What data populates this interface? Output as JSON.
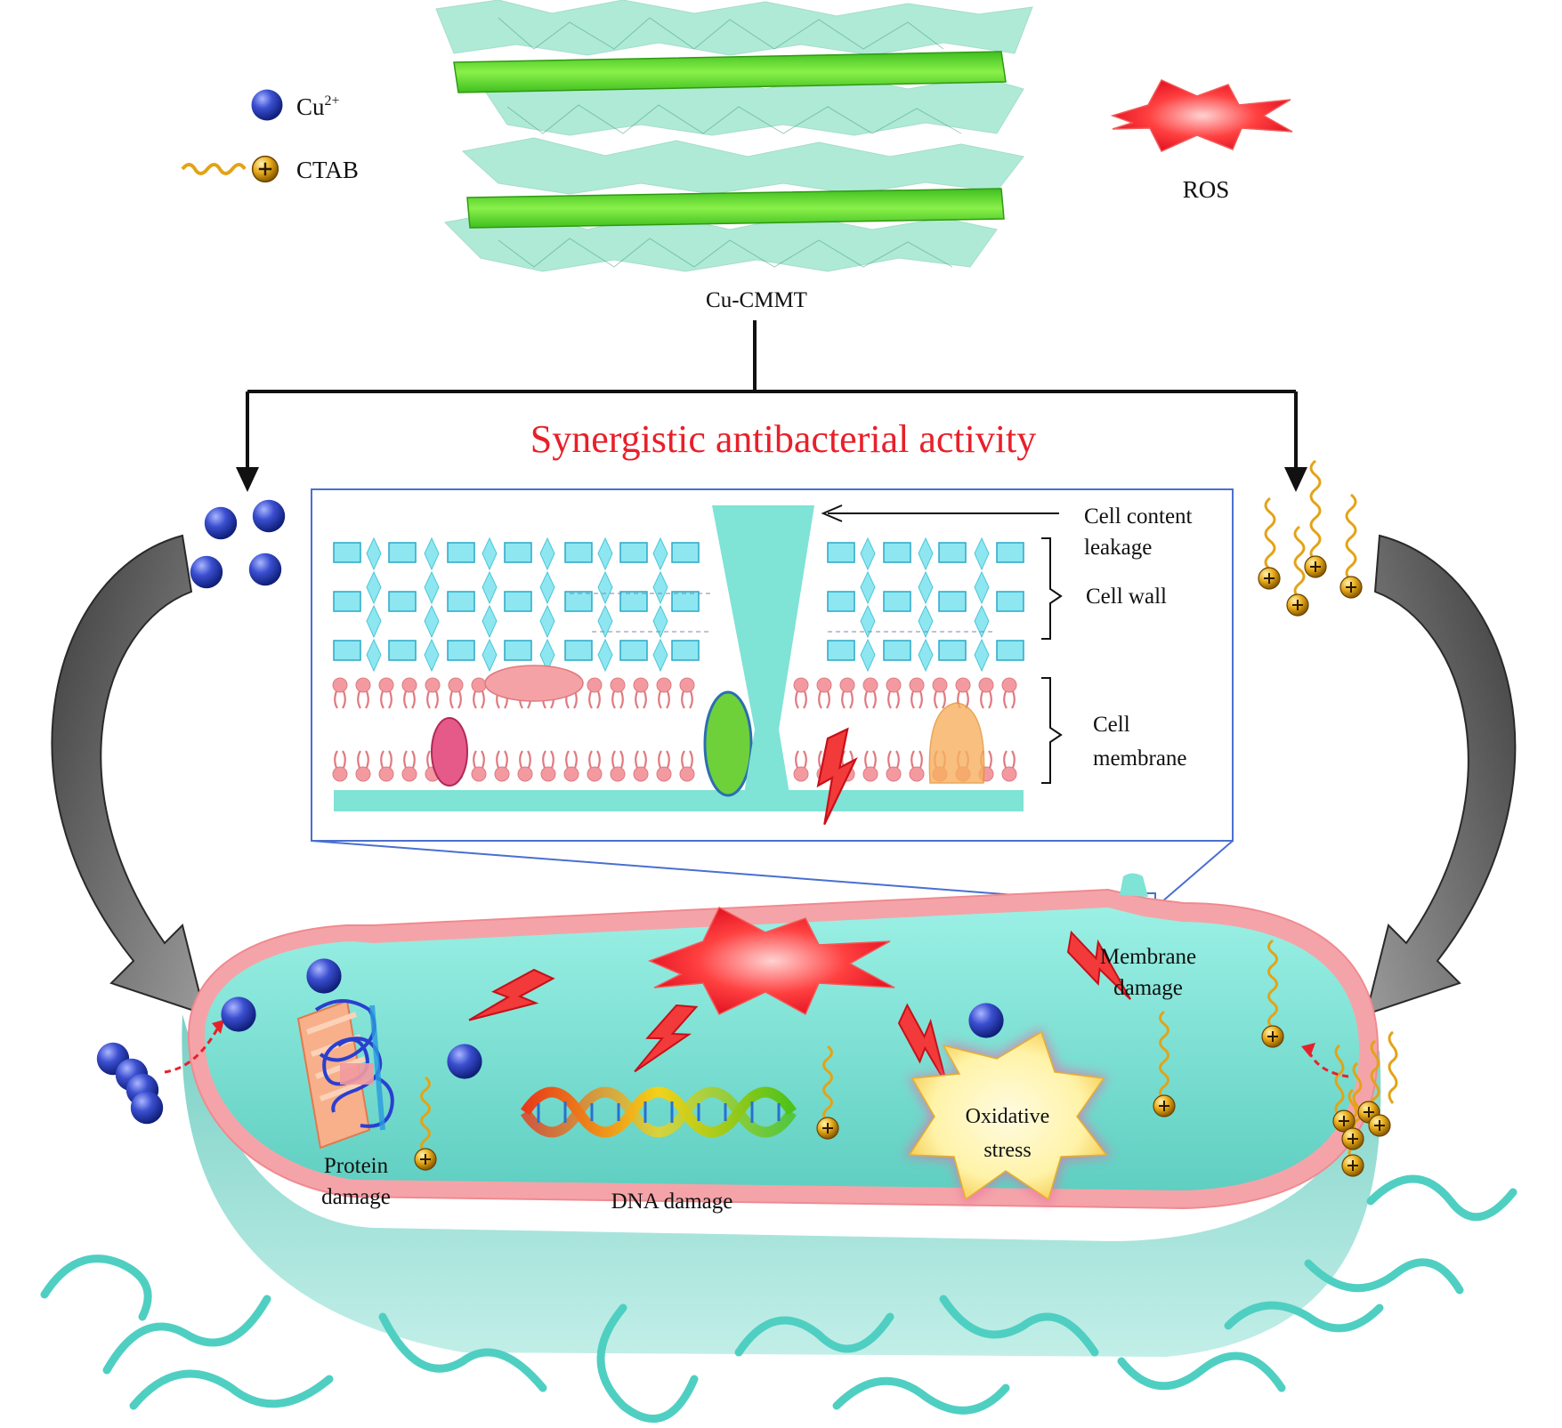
{
  "legend": {
    "cu_label": "Cu",
    "cu_superscript": "2+",
    "ctab_label": "CTAB",
    "ros_label": "ROS"
  },
  "material_label": "Cu-CMMT",
  "title": "Synergistic antibacterial activity",
  "inset": {
    "leakage_label_line1": "Cell content",
    "leakage_label_line2": "leakage",
    "wall_label": "Cell wall",
    "membrane_label_line1": "Cell",
    "membrane_label_line2": "membrane"
  },
  "cell": {
    "membrane_damage_line1": "Membrane",
    "membrane_damage_line2": "damage",
    "protein_damage_line1": "Protein",
    "protein_damage_line2": "damage",
    "dna_damage": "DNA damage",
    "oxidative_line1": "Oxidative",
    "oxidative_line2": "stress"
  },
  "colors": {
    "title_red": "#e8202a",
    "copper_blue": "#2a3fb0",
    "ctab_gold": "#e3a317",
    "cell_teal": "#7fe3d6",
    "membrane_pink": "#f29aa0",
    "ros_red": "#f23a3a",
    "clay_green": "#5bd12a"
  },
  "icons": {
    "cu_ion": "blue-sphere-icon",
    "ctab": "wavy-tail-plus-sphere-icon",
    "ros": "red-starburst-icon",
    "lightning": "red-lightning-bolt-icon"
  }
}
